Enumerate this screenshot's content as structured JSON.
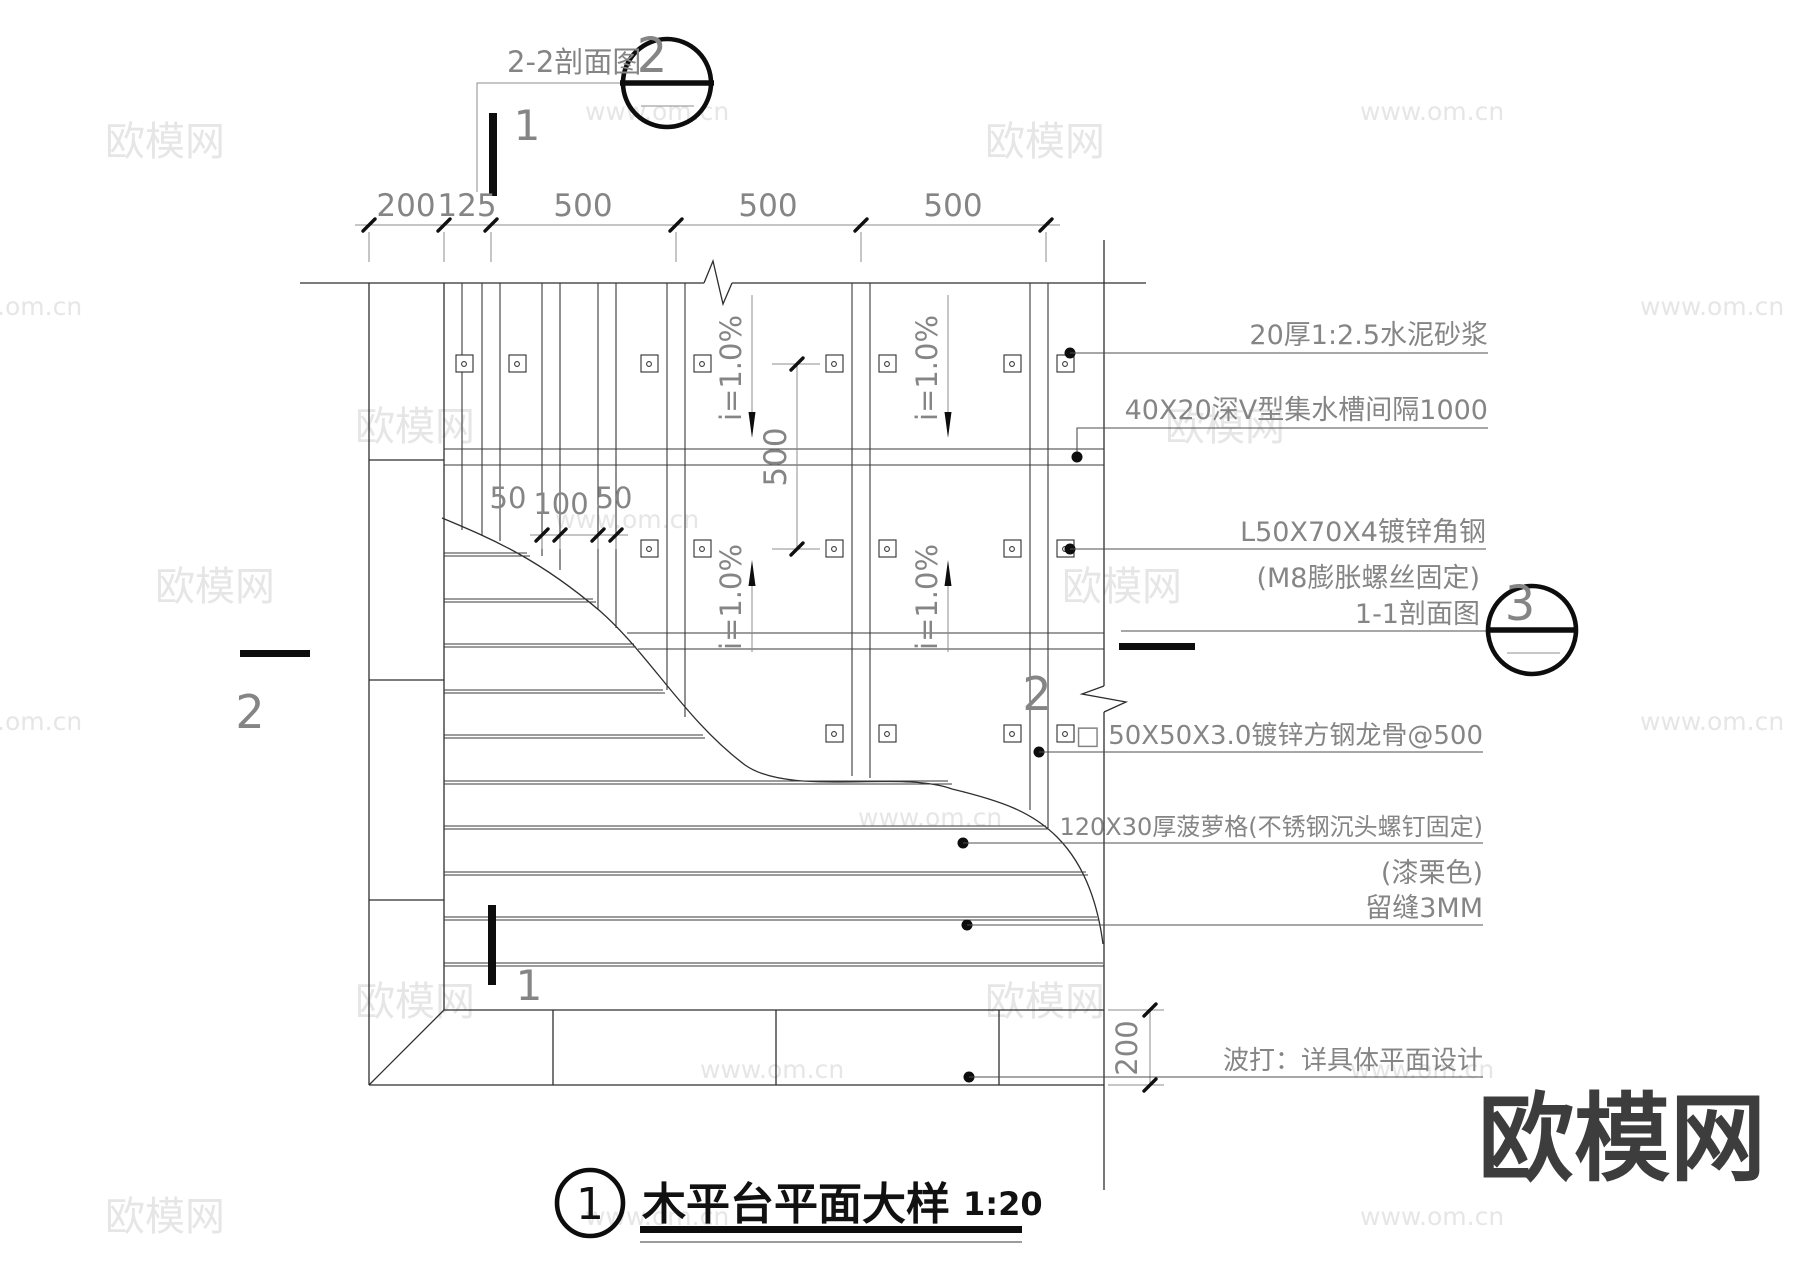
{
  "drawing": {
    "callout_22": {
      "label": "2-2剖面图",
      "number": "2"
    },
    "callout_11": {
      "label": "1-1剖面图",
      "number": "3"
    },
    "cut1": "1",
    "cut2": "2",
    "dims": {
      "top": [
        "200",
        "125",
        "500",
        "500",
        "500"
      ],
      "inner": [
        "50",
        "100",
        "50"
      ],
      "joist_spacing": "500",
      "band": "200"
    },
    "slope": "i=1.0%",
    "annotations": {
      "mortar": "20厚1:2.5水泥砂浆",
      "gutter": "40X20深V型集水槽间隔1000",
      "angle_steel": "L50X70X4镀锌角钢",
      "angle_steel_fix": "(M8膨胀螺丝固定)",
      "square_tube": "□ 50X50X3.0镀锌方钢龙骨@500",
      "deck_board": "120X30厚菠萝格(不锈钢沉头螺钉固定)",
      "paint": "(漆栗色)",
      "gap": "留缝3MM",
      "border": "波打：详具体平面设计"
    },
    "title": {
      "number": "1",
      "text": "木平台平面大样",
      "scale": "1:20"
    }
  },
  "watermark": {
    "brand": "欧模网",
    "site": "www.om.cn"
  }
}
